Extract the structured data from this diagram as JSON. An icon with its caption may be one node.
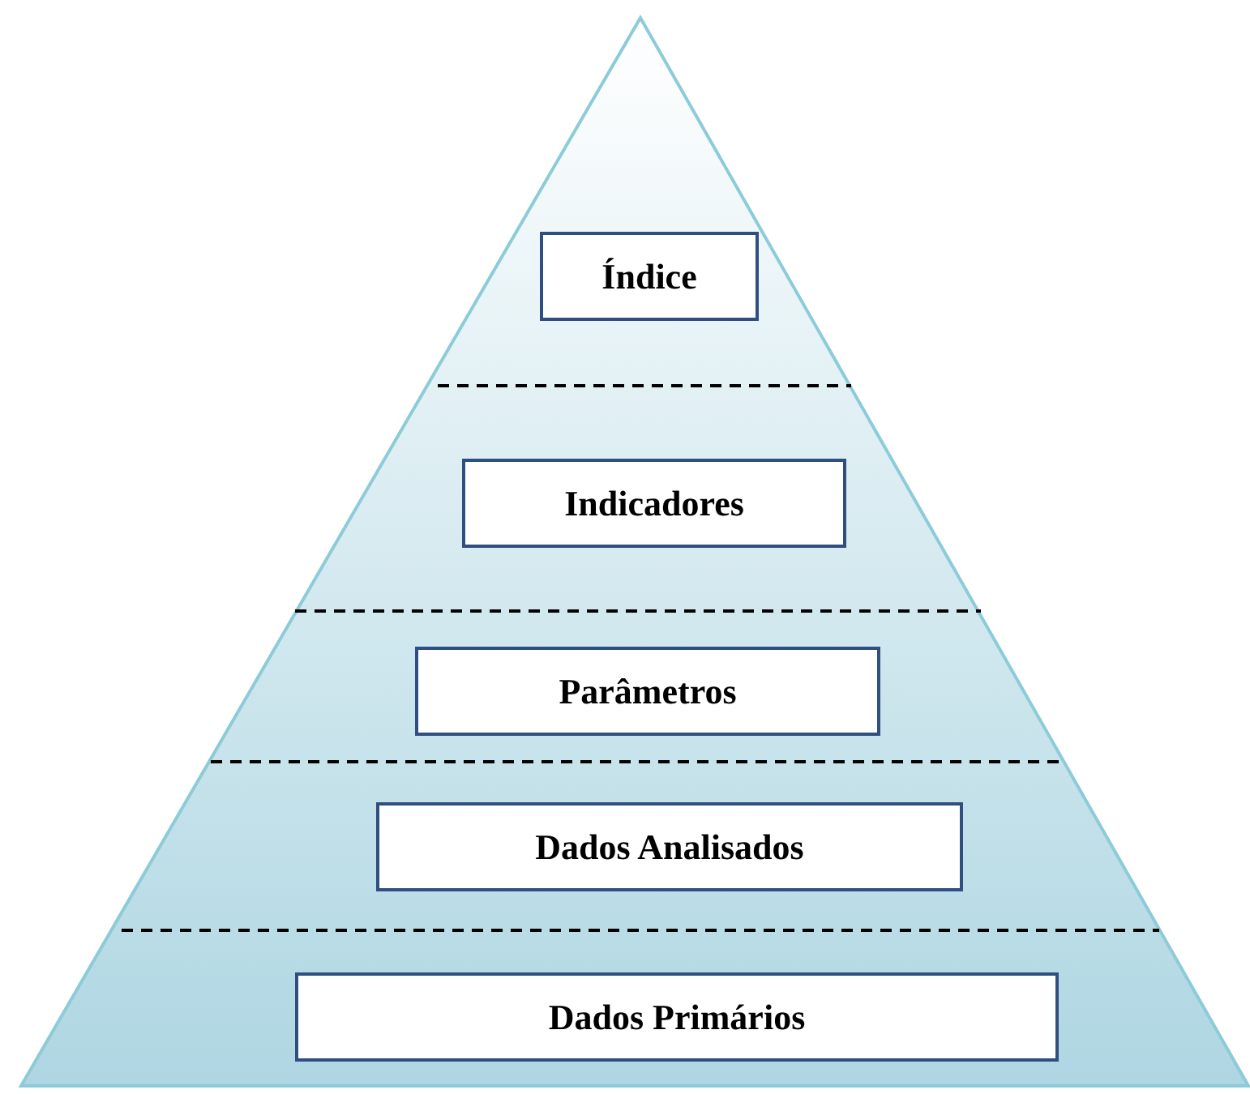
{
  "diagram": {
    "nodes": [
      {
        "text": [],
        "shape": "triangle"
      },
      {
        "text": [
          "Índice"
        ],
        "in": 0
      },
      {
        "text": [
          "Indicadores"
        ],
        "in": 0
      },
      {
        "text": [
          "Parâmetros"
        ],
        "in": 0
      },
      {
        "text": [
          "Dados Analisados"
        ],
        "in": 0
      },
      {
        "text": [
          "Dados Primários"
        ],
        "in": 0
      }
    ],
    "edges": []
  }
}
